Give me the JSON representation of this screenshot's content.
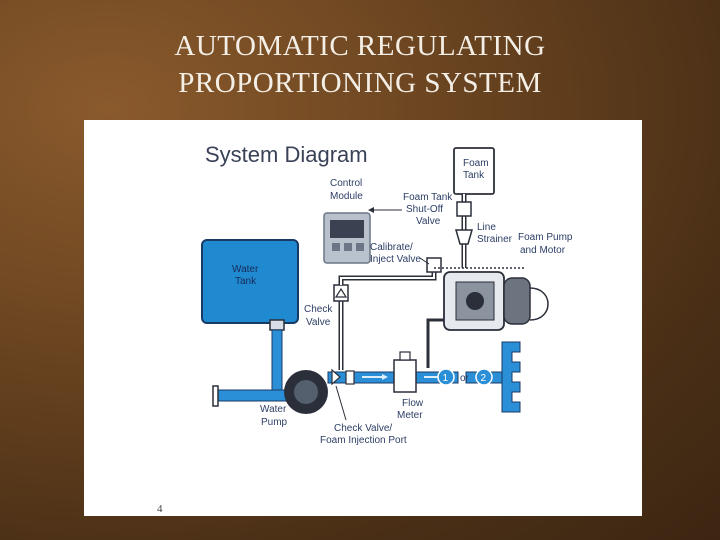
{
  "slide": {
    "title_line1": "AUTOMATIC REGULATING",
    "title_line2": "PROPORTIONING SYSTEM"
  },
  "diagram": {
    "heading": "System Diagram",
    "page_number": "4",
    "labels": {
      "foam_tank_1": "Foam",
      "foam_tank_2": "Tank",
      "control_module_1": "Control",
      "control_module_2": "Module",
      "shutoff_1": "Foam Tank",
      "shutoff_2": "Shut-Off",
      "shutoff_3": "Valve",
      "line_strainer_1": "Line",
      "line_strainer_2": "Strainer",
      "foam_pump_1": "Foam Pump",
      "foam_pump_2": "and Motor",
      "calibrate_1": "Calibrate/",
      "calibrate_2": "Inject Valve",
      "water_tank_1": "Water",
      "water_tank_2": "Tank",
      "check_valve_1": "Check",
      "check_valve_2": "Valve",
      "water_pump_1": "Water",
      "water_pump_2": "Pump",
      "flow_meter_1": "Flow",
      "flow_meter_2": "Meter",
      "injection_port_1": "Check Valve/",
      "injection_port_2": "Foam Injection Port",
      "outlet_1": "1",
      "outlet_or": "or",
      "outlet_2": "2"
    }
  },
  "colors": {
    "pipe_blue": "#2a8fd6",
    "water_tank": "#1f8ad0",
    "line_dark": "#2b2f3a",
    "label_text": "#2c3e66"
  }
}
